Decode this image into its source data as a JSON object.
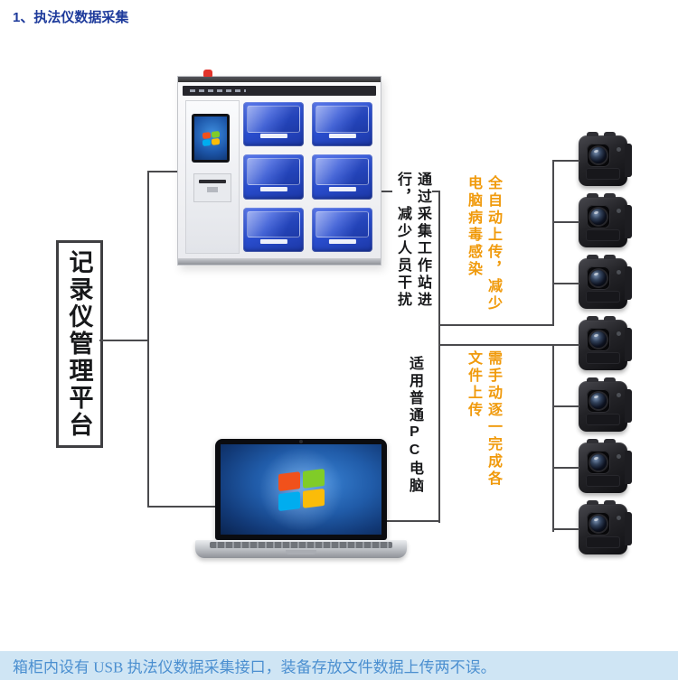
{
  "title": "1、执法仪数据采集",
  "platform": {
    "label": "记录仪管理平台"
  },
  "annotations": {
    "workstation": "通过采集工作站进行，减少人员干扰",
    "pc": "适用普通PC电脑",
    "auto_upload": "全自动上传，减少电脑病毒感染",
    "manual_upload": "需手动逐一完成各文件上传"
  },
  "cabinet": {
    "door_count": 6
  },
  "cameras": {
    "count": 7
  },
  "footer": {
    "text": "箱柜内设有 USB 执法仪数据采集接口，装备存放文件数据上传两不误。"
  },
  "icons": {
    "windows_logo": "windows-flag-four-panes",
    "camera_lens": "concentric-circle-lens",
    "alarm_beacon": "red-light"
  },
  "colors": {
    "title_blue": "#1d3a9b",
    "accent_orange": "#f09a0c",
    "footer_bg": "#cfe5f4",
    "footer_text": "#4b8fd0",
    "door_blue": "#2a4ecf",
    "line_color": "#4a4a4d"
  }
}
